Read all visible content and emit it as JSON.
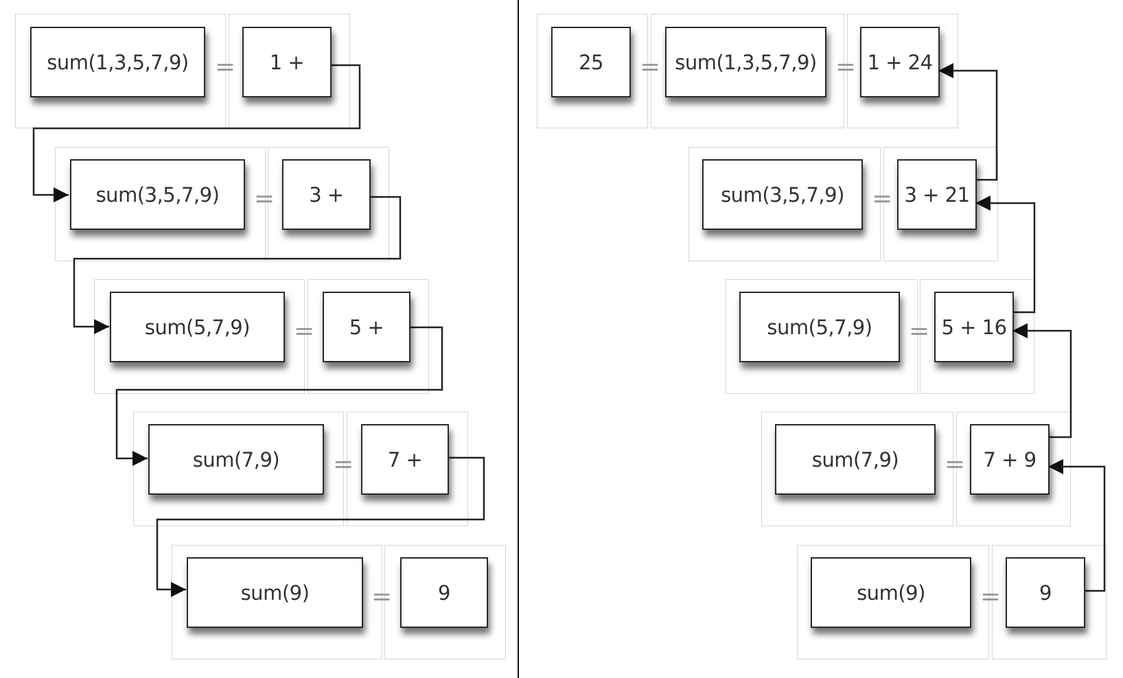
{
  "diagram": {
    "left_panel": {
      "rows": [
        {
          "call": "sum(1,3,5,7,9)",
          "equals": "=",
          "partial": "1 +"
        },
        {
          "call": "sum(3,5,7,9)",
          "equals": "=",
          "partial": "3 +"
        },
        {
          "call": "sum(5,7,9)",
          "equals": "=",
          "partial": "5 +"
        },
        {
          "call": "sum(7,9)",
          "equals": "=",
          "partial": "7 +"
        },
        {
          "call": "sum(9)",
          "equals": "=",
          "partial": "9"
        }
      ]
    },
    "right_panel": {
      "result": {
        "value": "25",
        "equals": "="
      },
      "rows": [
        {
          "call": "sum(1,3,5,7,9)",
          "equals": "=",
          "partial": "1 + 24"
        },
        {
          "call": "sum(3,5,7,9)",
          "equals": "=",
          "partial": "3 + 21"
        },
        {
          "call": "sum(5,7,9)",
          "equals": "=",
          "partial": "5 + 16"
        },
        {
          "call": "sum(7,9)",
          "equals": "=",
          "partial": "7 + 9"
        },
        {
          "call": "sum(9)",
          "equals": "=",
          "partial": "9"
        }
      ]
    }
  }
}
